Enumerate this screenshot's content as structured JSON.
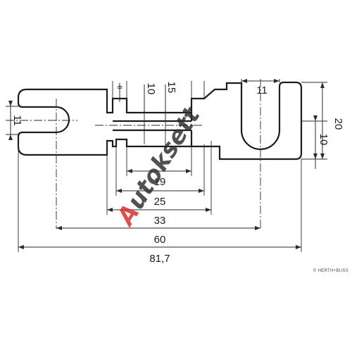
{
  "dimensions": {
    "total_length": "81,7",
    "hole_spacing": "60",
    "d33": "33",
    "d25": "25",
    "d19": "19",
    "left_slot_width": "11",
    "right_slot_width": "11",
    "neck_height": "10",
    "shoulder_height": "15",
    "right_height": "20",
    "right_inner_height": "10",
    "small_mark": "8"
  },
  "brand_mark": "© HERTH+BUSS",
  "watermark": {
    "text": "Autoksett",
    "accent_letter": "A",
    "accent_color": "#d42b2b"
  },
  "colors": {
    "line": "#1c1c1c",
    "background": "#ffffff"
  }
}
